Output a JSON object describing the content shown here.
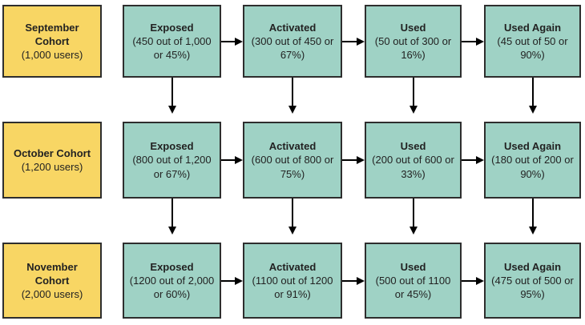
{
  "diagram": {
    "title": "cohort-funnel-flowchart",
    "rows": [
      {
        "cohort": {
          "title": "September\nCohort",
          "subtitle": "(1,000 users)"
        },
        "stages": [
          {
            "title": "Exposed",
            "detail": "(450 out of 1,000\nor 45%)"
          },
          {
            "title": "Activated",
            "detail": "(300 out of 450 or\n67%)"
          },
          {
            "title": "Used",
            "detail": "(50 out of 300 or\n16%)"
          },
          {
            "title": "Used Again",
            "detail": "(45 out of 50 or\n90%)"
          }
        ]
      },
      {
        "cohort": {
          "title": "October Cohort",
          "subtitle": "(1,200 users)"
        },
        "stages": [
          {
            "title": "Exposed",
            "detail": "(800 out of 1,200\nor 67%)"
          },
          {
            "title": "Activated",
            "detail": "(600 out of 800 or\n75%)"
          },
          {
            "title": "Used",
            "detail": "(200 out of 600 or\n33%)"
          },
          {
            "title": "Used Again",
            "detail": "(180 out of 200 or\n90%)"
          }
        ]
      },
      {
        "cohort": {
          "title": "November\nCohort",
          "subtitle": "(2,000 users)"
        },
        "stages": [
          {
            "title": "Exposed",
            "detail": "(1200 out of 2,000\nor 60%)"
          },
          {
            "title": "Activated",
            "detail": "(1100 out of 1200\nor 91%)"
          },
          {
            "title": "Used",
            "detail": "(500 out of 1100\nor 45%)"
          },
          {
            "title": "Used Again",
            "detail": "(475 out of 500 or\n95%)"
          }
        ]
      }
    ]
  },
  "colors": {
    "cohort_fill": "#F8D664",
    "stage_fill": "#9FD2C5",
    "border": "#2E2E2E",
    "arrow": "#000000",
    "background": "#FFFFFF",
    "text": "#222222"
  }
}
